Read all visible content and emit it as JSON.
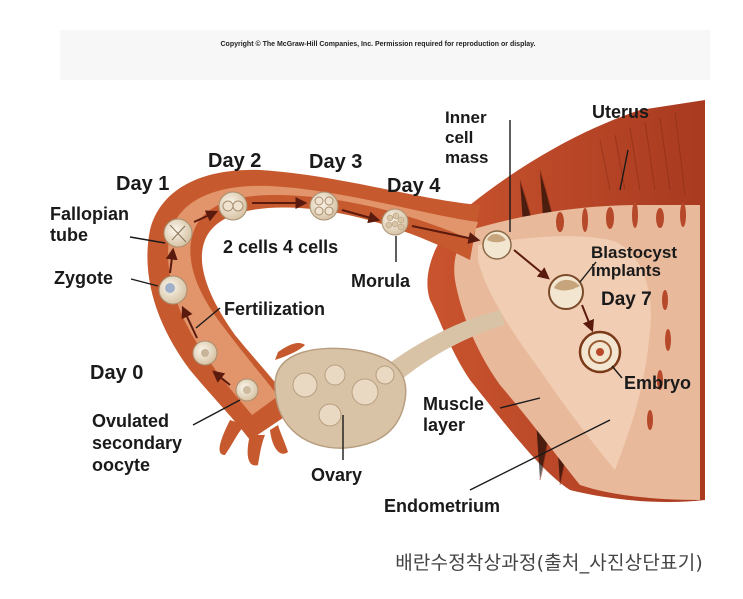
{
  "copyright": "Copyright © The McGraw-Hill Companies, Inc. Permission required for reproduction or display.",
  "labels": {
    "day0": "Day 0",
    "day1": "Day 1",
    "day2": "Day 2",
    "day3": "Day 3",
    "day4": "Day 4",
    "day7": "Day 7",
    "fallopian_tube_1": "Fallopian",
    "fallopian_tube_2": "tube",
    "zygote": "Zygote",
    "fertilization": "Fertilization",
    "cells": "2 cells 4 cells",
    "morula": "Morula",
    "inner_cell_mass_1": "Inner",
    "inner_cell_mass_2": "cell",
    "inner_cell_mass_3": "mass",
    "uterus": "Uterus",
    "blastocyst_1": "Blastocyst",
    "blastocyst_2": "implants",
    "embryo": "Embryo",
    "muscle_layer_1": "Muscle",
    "muscle_layer_2": "layer",
    "endometrium": "Endometrium",
    "ovary": "Ovary",
    "oocyte_1": "Ovulated",
    "oocyte_2": "secondary",
    "oocyte_3": "oocyte"
  },
  "caption": "배란수정착상과정(출처_사진상단표기)",
  "colors": {
    "tube_outer": "#c65a2e",
    "tube_inner": "#e2946a",
    "uterus_wall": "#b9482a",
    "endometrium": "#e6b89a",
    "ovary": "#d9c3a6",
    "cell": "#efe3cf",
    "arrow": "#5a1a0e"
  }
}
